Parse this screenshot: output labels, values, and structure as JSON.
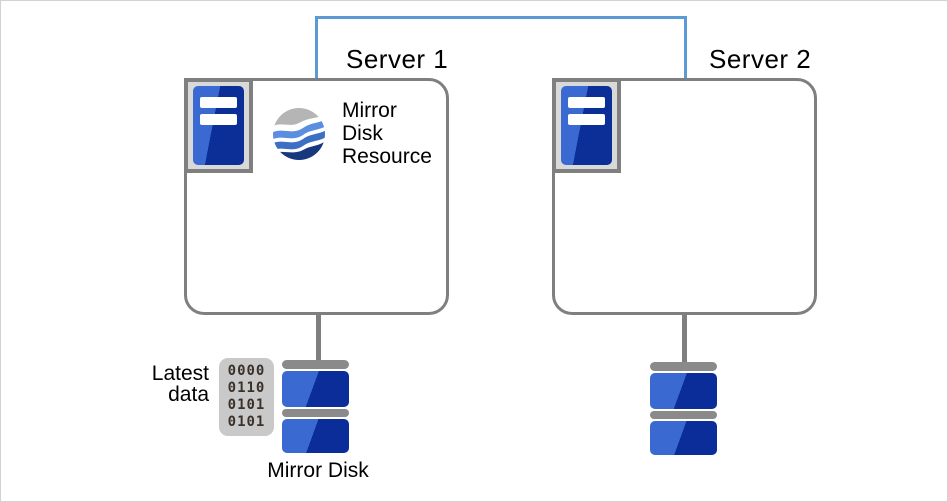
{
  "diagram": {
    "description": "Two-server cluster with mirrored disks",
    "server1": {
      "label": "Server 1"
    },
    "server2": {
      "label": "Server 2"
    },
    "resource": {
      "label": "Mirror Disk Resource",
      "icon": "wave-sphere-icon"
    },
    "storage": {
      "mirror_disk_label": "Mirror Disk",
      "latest_data_label": "Latest data",
      "binary_rows": [
        "0000",
        "0110",
        "0101",
        "0101"
      ]
    },
    "icons": [
      "server-tower-icon",
      "mirror-disk-resource-icon",
      "mirror-disk-icon",
      "binary-data-icon"
    ],
    "colors": {
      "interconnect_blue": "#5b9bd5",
      "box_border_gray": "#7f7f7f",
      "icon_bg_gray": "#d9d9d9",
      "disk_blue_light": "#3a6ad1",
      "disk_blue_dark": "#0c2f97",
      "disk_cap_gray": "#8a8a8a",
      "binary_bg_gray": "#c9c9c9",
      "text": "#000000"
    }
  }
}
